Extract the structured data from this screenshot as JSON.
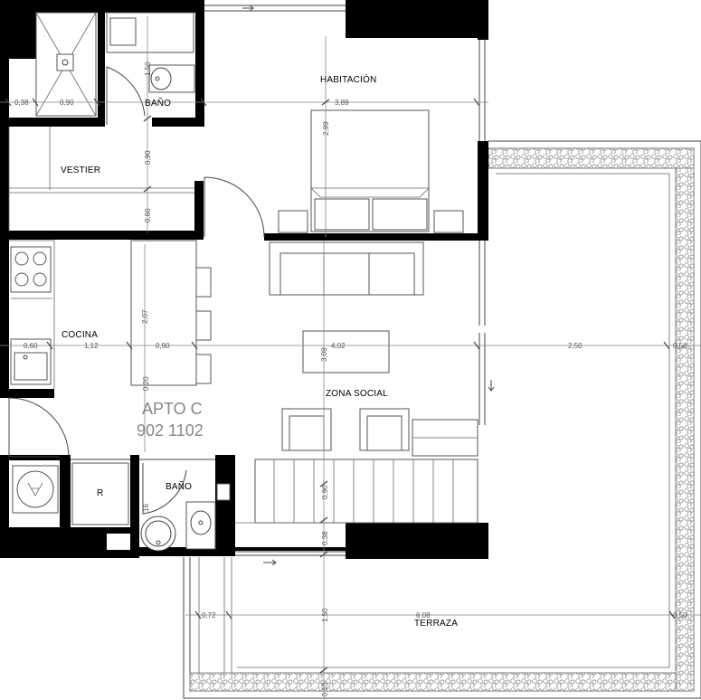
{
  "apartment": {
    "name": "APTO C",
    "code": "902 1102"
  },
  "rooms": {
    "habitacion": "HABITACIÓN",
    "bano_top": "BAÑO",
    "vestier": "VESTIER",
    "cocina": "COCINA",
    "zona_social": "ZONA SOCIAL",
    "bano_bottom": "BAÑO",
    "terraza": "TERRAZA",
    "refrigerator": "R"
  },
  "dimensions": {
    "d038_left": "0,38",
    "d090_bath": "0,90",
    "d150_bath": "1,50",
    "d389": "3,89",
    "d299": "2,99",
    "d090_vestier": "0,90",
    "d060_vestier": "0,60",
    "d207": "2,07",
    "d060_cocina": "0,60",
    "d112": "1,12",
    "d090_cocina": "0,90",
    "d309": "3,09",
    "d402": "4,02",
    "d250": "2,50",
    "d050_right": "0,50",
    "d090_stair": "0,90",
    "d038_stair": "0,38",
    "d072": "0,72",
    "d150_terr": "1,50",
    "d608": "6,08",
    "d050_terr": "0,50",
    "d010_bottom": "0,10",
    "d016_bath": "16",
    "d020_small": "0,20"
  }
}
